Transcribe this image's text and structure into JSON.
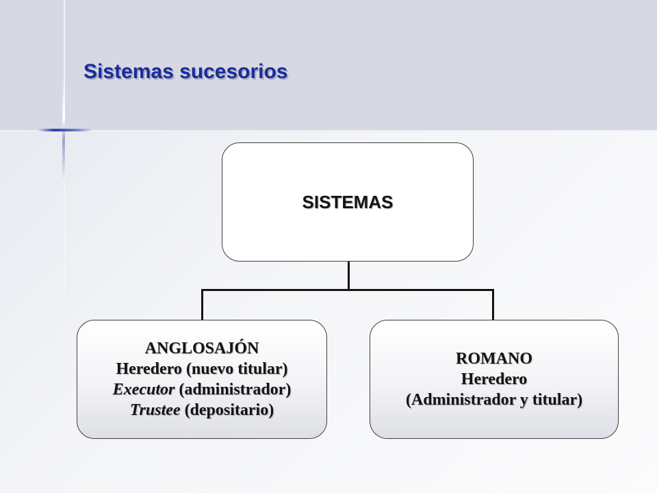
{
  "slide": {
    "title": "Sistemas sucesorios"
  },
  "diagram": {
    "root": {
      "label": "SISTEMAS"
    },
    "children": [
      {
        "heading": "ANGLOSAJÓN",
        "line1": "Heredero (nuevo titular)",
        "line2_italic": "Executor",
        "line2_rest": " (administrador)",
        "line3_italic": "Trustee",
        "line3_rest": " (depositario)"
      },
      {
        "heading": "ROMANO",
        "line1": "Heredero",
        "line2": "(Administrador  y titular)"
      }
    ]
  }
}
